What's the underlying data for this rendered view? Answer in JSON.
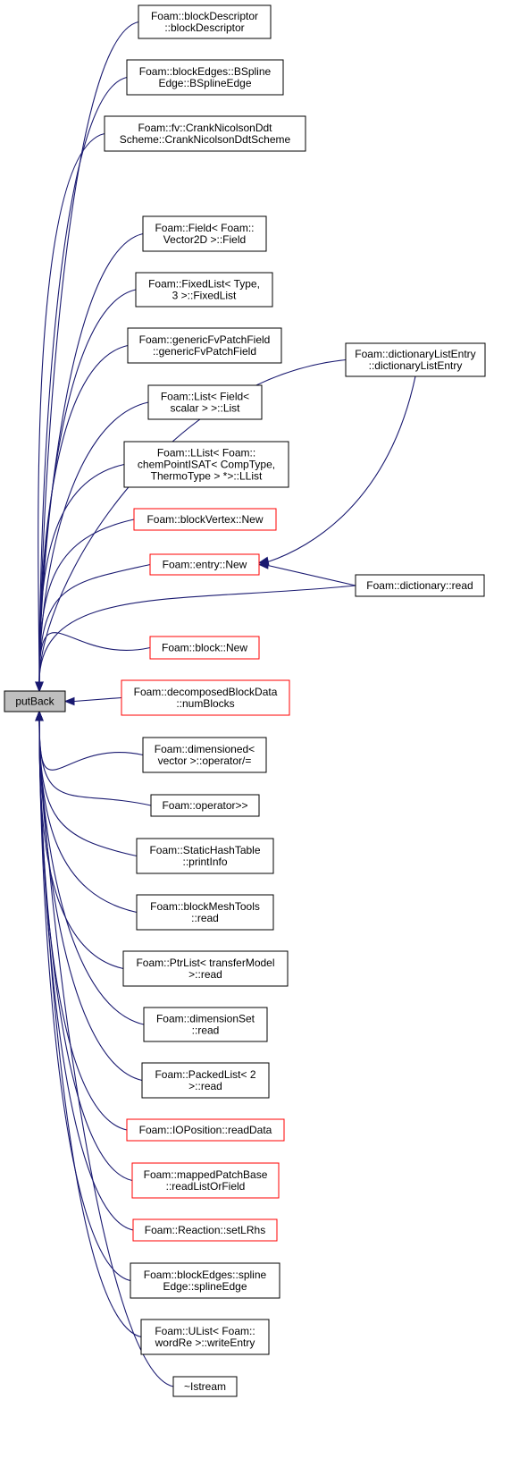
{
  "root": {
    "id": "root",
    "lines": [
      "putBack"
    ]
  },
  "nodes": [
    {
      "id": "n1",
      "lines": [
        "Foam::blockDescriptor",
        "::blockDescriptor"
      ],
      "color": "black"
    },
    {
      "id": "n2",
      "lines": [
        "Foam::blockEdges::BSpline",
        "Edge::BSplineEdge"
      ],
      "color": "black"
    },
    {
      "id": "n3",
      "lines": [
        "Foam::fv::CrankNicolsonDdt",
        "Scheme::CrankNicolsonDdtScheme"
      ],
      "color": "black"
    },
    {
      "id": "n4",
      "lines": [
        "Foam::Field< Foam::",
        "Vector2D >::Field"
      ],
      "color": "black"
    },
    {
      "id": "n5",
      "lines": [
        "Foam::FixedList< Type,",
        "3 >::FixedList"
      ],
      "color": "black"
    },
    {
      "id": "n6",
      "lines": [
        "Foam::genericFvPatchField",
        "::genericFvPatchField"
      ],
      "color": "black"
    },
    {
      "id": "n7",
      "lines": [
        "Foam::List< Field<",
        "scalar > >::List"
      ],
      "color": "black"
    },
    {
      "id": "n8",
      "lines": [
        "Foam::LList< Foam::",
        "chemPointISAT< CompType,",
        "ThermoType > *>::LList"
      ],
      "color": "black"
    },
    {
      "id": "n9",
      "lines": [
        "Foam::blockVertex::New"
      ],
      "color": "red"
    },
    {
      "id": "n10",
      "lines": [
        "Foam::entry::New"
      ],
      "color": "red"
    },
    {
      "id": "n11",
      "lines": [
        "Foam::dictionaryListEntry",
        "::dictionaryListEntry"
      ],
      "color": "black"
    },
    {
      "id": "n12",
      "lines": [
        "Foam::dictionary::read"
      ],
      "color": "black"
    },
    {
      "id": "n13",
      "lines": [
        "Foam::block::New"
      ],
      "color": "red"
    },
    {
      "id": "n14",
      "lines": [
        "Foam::decomposedBlockData",
        "::numBlocks"
      ],
      "color": "red"
    },
    {
      "id": "n15",
      "lines": [
        "Foam::dimensioned<",
        "vector >::operator/="
      ],
      "color": "black"
    },
    {
      "id": "n16",
      "lines": [
        "Foam::operator>>"
      ],
      "color": "black"
    },
    {
      "id": "n17",
      "lines": [
        "Foam::StaticHashTable",
        "::printInfo"
      ],
      "color": "black"
    },
    {
      "id": "n18",
      "lines": [
        "Foam::blockMeshTools",
        "::read"
      ],
      "color": "black"
    },
    {
      "id": "n19",
      "lines": [
        "Foam::PtrList< transferModel",
        ">::read"
      ],
      "color": "black"
    },
    {
      "id": "n20",
      "lines": [
        "Foam::dimensionSet",
        "::read"
      ],
      "color": "black"
    },
    {
      "id": "n21",
      "lines": [
        "Foam::PackedList< 2",
        ">::read"
      ],
      "color": "black"
    },
    {
      "id": "n22",
      "lines": [
        "Foam::IOPosition::readData"
      ],
      "color": "red"
    },
    {
      "id": "n23",
      "lines": [
        "Foam::mappedPatchBase",
        "::readListOrField"
      ],
      "color": "red"
    },
    {
      "id": "n24",
      "lines": [
        "Foam::Reaction::setLRhs"
      ],
      "color": "red"
    },
    {
      "id": "n25",
      "lines": [
        "Foam::blockEdges::spline",
        "Edge::splineEdge"
      ],
      "color": "black"
    },
    {
      "id": "n26",
      "lines": [
        "Foam::UList< Foam::",
        "wordRe >::writeEntry"
      ],
      "color": "black"
    },
    {
      "id": "n27",
      "lines": [
        "~Istream"
      ],
      "color": "black"
    }
  ],
  "edges": [
    {
      "from": "n1",
      "to": "root"
    },
    {
      "from": "n2",
      "to": "root"
    },
    {
      "from": "n3",
      "to": "root"
    },
    {
      "from": "n4",
      "to": "root"
    },
    {
      "from": "n5",
      "to": "root"
    },
    {
      "from": "n6",
      "to": "root"
    },
    {
      "from": "n7",
      "to": "root"
    },
    {
      "from": "n8",
      "to": "root"
    },
    {
      "from": "n9",
      "to": "root"
    },
    {
      "from": "n10",
      "to": "root"
    },
    {
      "from": "n11",
      "to": "root"
    },
    {
      "from": "n12",
      "to": "root"
    },
    {
      "from": "n13",
      "to": "root"
    },
    {
      "from": "n14",
      "to": "root"
    },
    {
      "from": "n15",
      "to": "root"
    },
    {
      "from": "n16",
      "to": "root"
    },
    {
      "from": "n17",
      "to": "root"
    },
    {
      "from": "n18",
      "to": "root"
    },
    {
      "from": "n19",
      "to": "root"
    },
    {
      "from": "n20",
      "to": "root"
    },
    {
      "from": "n21",
      "to": "root"
    },
    {
      "from": "n22",
      "to": "root"
    },
    {
      "from": "n23",
      "to": "root"
    },
    {
      "from": "n24",
      "to": "root"
    },
    {
      "from": "n25",
      "to": "root"
    },
    {
      "from": "n26",
      "to": "root"
    },
    {
      "from": "n27",
      "to": "root"
    },
    {
      "from": "n11",
      "to": "n10"
    },
    {
      "from": "n12",
      "to": "n10"
    }
  ],
  "colors": {
    "edge": "#191970",
    "root_fill": "#bfbfbf",
    "red_border": "#ff0000"
  }
}
